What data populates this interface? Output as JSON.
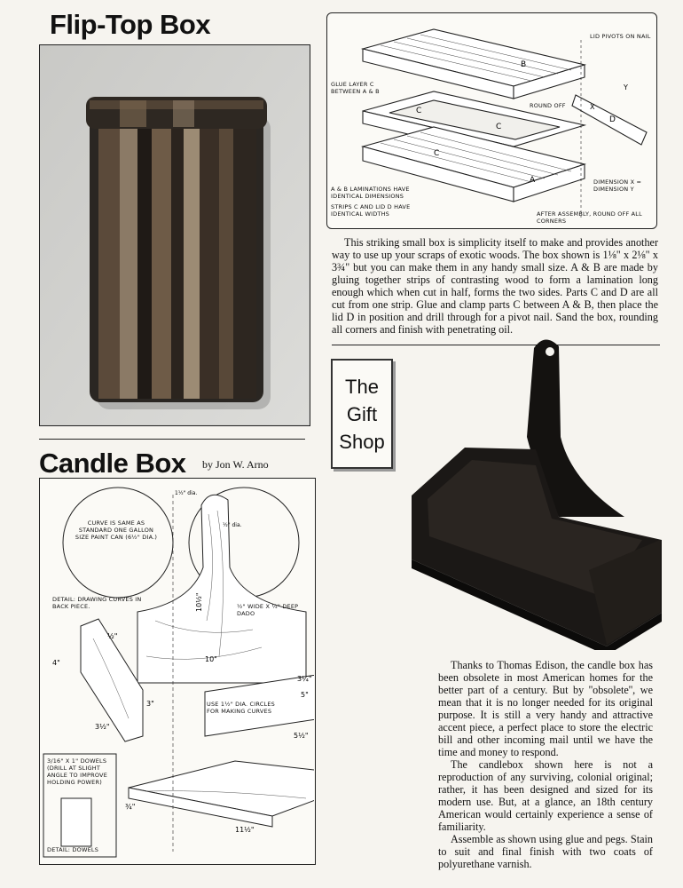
{
  "flip_top": {
    "title": "Flip-Top Box",
    "diagram_labels": {
      "lid_pivots": "Lid pivots on nail",
      "glue_layer": "Glue layer C between A & B",
      "round_off": "Round off",
      "part_a": "A",
      "part_b": "B",
      "part_c": "C",
      "part_d": "D",
      "part_x": "X",
      "part_y": "Y",
      "laminations": "A & B laminations have identical dimensions",
      "strips": "Strips C and lid D have identical widths",
      "dimension_xy": "Dimension X = Dimension Y",
      "after_assembly": "After assembly, round off all corners"
    },
    "body": "This striking small box is simplicity itself to make and provides another way to use up your scraps of exotic woods. The box shown is 1⅛\" x 2⅛\" x 3¾\" but you can make them in any handy small size. A & B are made by gluing together strips of contrasting wood to form a lamination long enough which when cut in half, forms the two sides. Parts C and D are all cut from one strip. Glue and clamp parts C between A & B, then place the lid D in position and drill through for a pivot nail. Sand the box, rounding all corners and finish with penetrating oil."
  },
  "gift_shop": {
    "line1": "The",
    "line2": "Gift",
    "line3": "Shop"
  },
  "candle_box": {
    "title": "Candle Box",
    "byline": "by Jon W. Arno",
    "diagram_labels": {
      "curve_note": "Curve is same as standard one gallon size paint can (6½\" dia.)",
      "dia_top": "1½\" dia.",
      "dia_hole": "½\" dia.",
      "detail_curves": "Detail: Drawing curves in back piece.",
      "dado": "½\" wide x ¼\" deep dado",
      "circles_note": "Use 1½\" dia. circles for making curves",
      "dowels_note": "3/16\" x 1\" dowels (drill at slight angle to improve holding power)",
      "detail_dowels": "Detail: Dowels",
      "dim_10_half": "10½\"",
      "dim_10": "10\"",
      "dim_4": "4\"",
      "dim_3": "3\"",
      "dim_3_half": "3½\"",
      "dim_3_quarter": "3¼\"",
      "dim_5": "5\"",
      "dim_5_half": "5½\"",
      "dim_11_half": "11½\"",
      "dim_half": "½\"",
      "dim_three_quarter": "¾\""
    },
    "paragraphs": [
      "Thanks to Thomas Edison, the candle box has been obsolete in most American homes for the better part of a century. But by ''obsolete'', we mean that it is no longer needed for its original purpose. It is still a very handy and attractive accent piece, a perfect place to store the electric bill and other incoming mail until we have the time and money to respond.",
      "The candlebox shown here is not a reproduction of any surviving, colonial original; rather, it has been designed and sized for its modern use. But, at a glance, an 18th century American would certainly experience a sense of familiarity.",
      "Assemble as shown using glue and pegs. Stain to suit and final finish with two coats of polyurethane varnish."
    ]
  }
}
